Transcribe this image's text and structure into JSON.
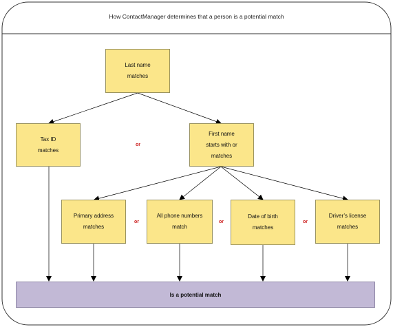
{
  "diagram": {
    "title": "How ContactManager determines that a person is a potential match",
    "nodes": {
      "last_name": "Last name\nmatches",
      "tax_id": "Tax ID\nmatches",
      "first_name": "First name\nstarts with or\nmatches",
      "primary_address": "Primary address\nmatches",
      "phone_numbers": "All phone numbers\nmatch",
      "date_of_birth": "Date of birth\nmatches",
      "drivers_license": "Driver’s license\nmatches"
    },
    "connector_label": "or",
    "result": "Is a potential match"
  }
}
